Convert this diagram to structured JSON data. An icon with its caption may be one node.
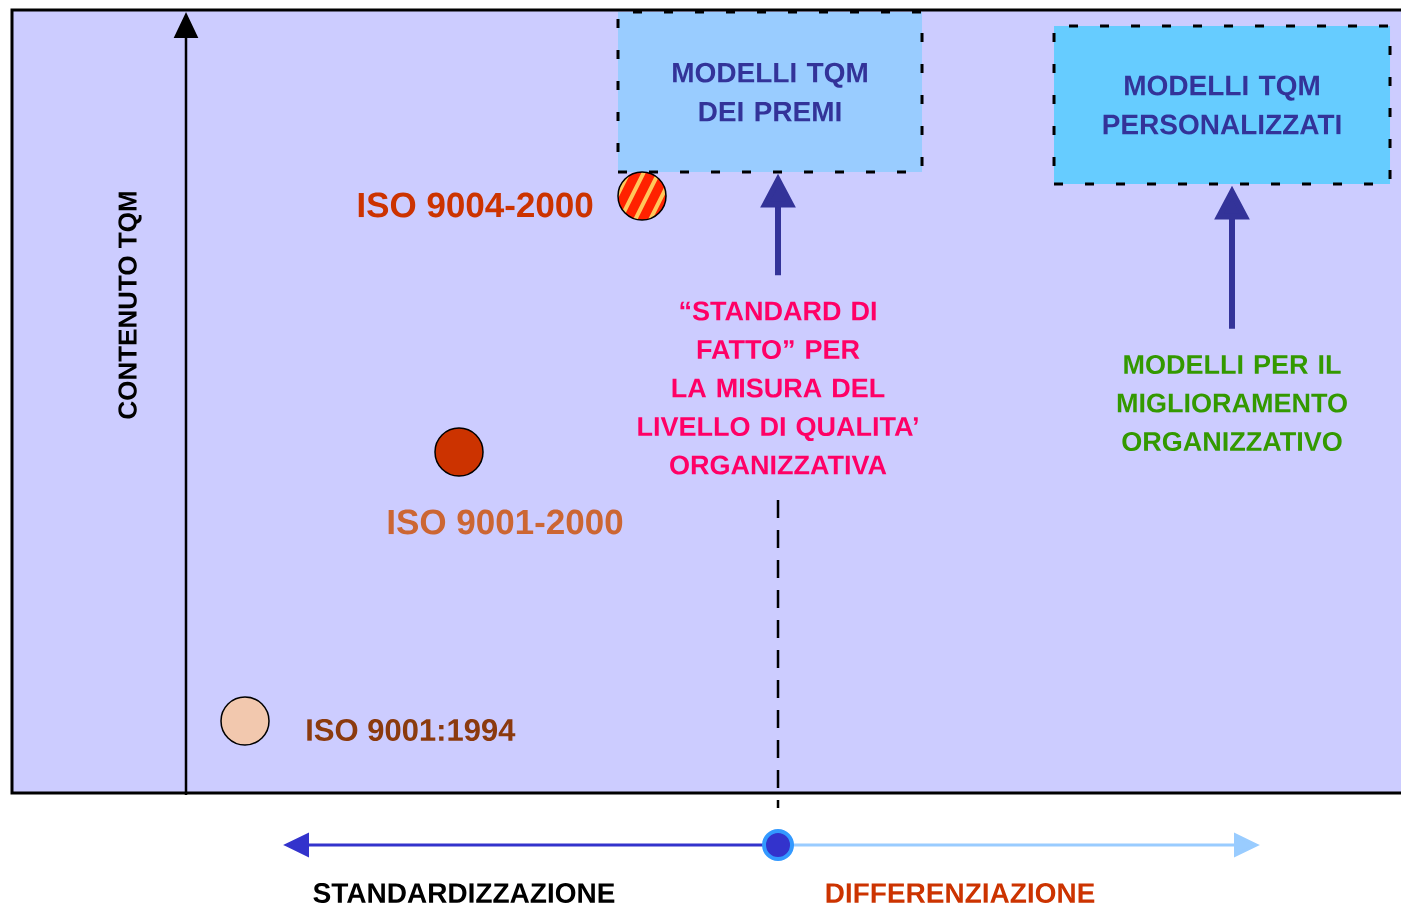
{
  "diagram": {
    "nodes": [
      {
        "text": [
          "MODELLI TQM DEI PREMI"
        ]
      },
      {
        "text": [
          "MODELLI TQM PERSONALIZZATI"
        ]
      },
      {
        "text": [],
        "shape": "circle",
        "beside": [
          "ISO 9004-2000"
        ]
      },
      {
        "text": [],
        "shape": "circle",
        "beside": [
          "ISO 9001-2000"
        ]
      },
      {
        "text": [],
        "shape": "circle",
        "beside": [
          "ISO 9001:1994"
        ]
      },
      {
        "text": [
          "“STANDARD DI FATTO” PER LA MISURA DEL LIVELLO DI QUALITA’ ORGANIZZATIVA"
        ]
      },
      {
        "text": [
          "MODELLI PER IL MIGLIORAMENTO ORGANIZZATIVO"
        ]
      }
    ],
    "edges": [
      {
        "from": 5,
        "to": 0,
        "arrow": "to"
      },
      {
        "from": 6,
        "to": 1,
        "arrow": "to"
      }
    ],
    "labels": [
      "CONTENUTO TQM",
      "STANDARDIZZAZIONE",
      "DIFFERENZIAZIONE"
    ]
  }
}
